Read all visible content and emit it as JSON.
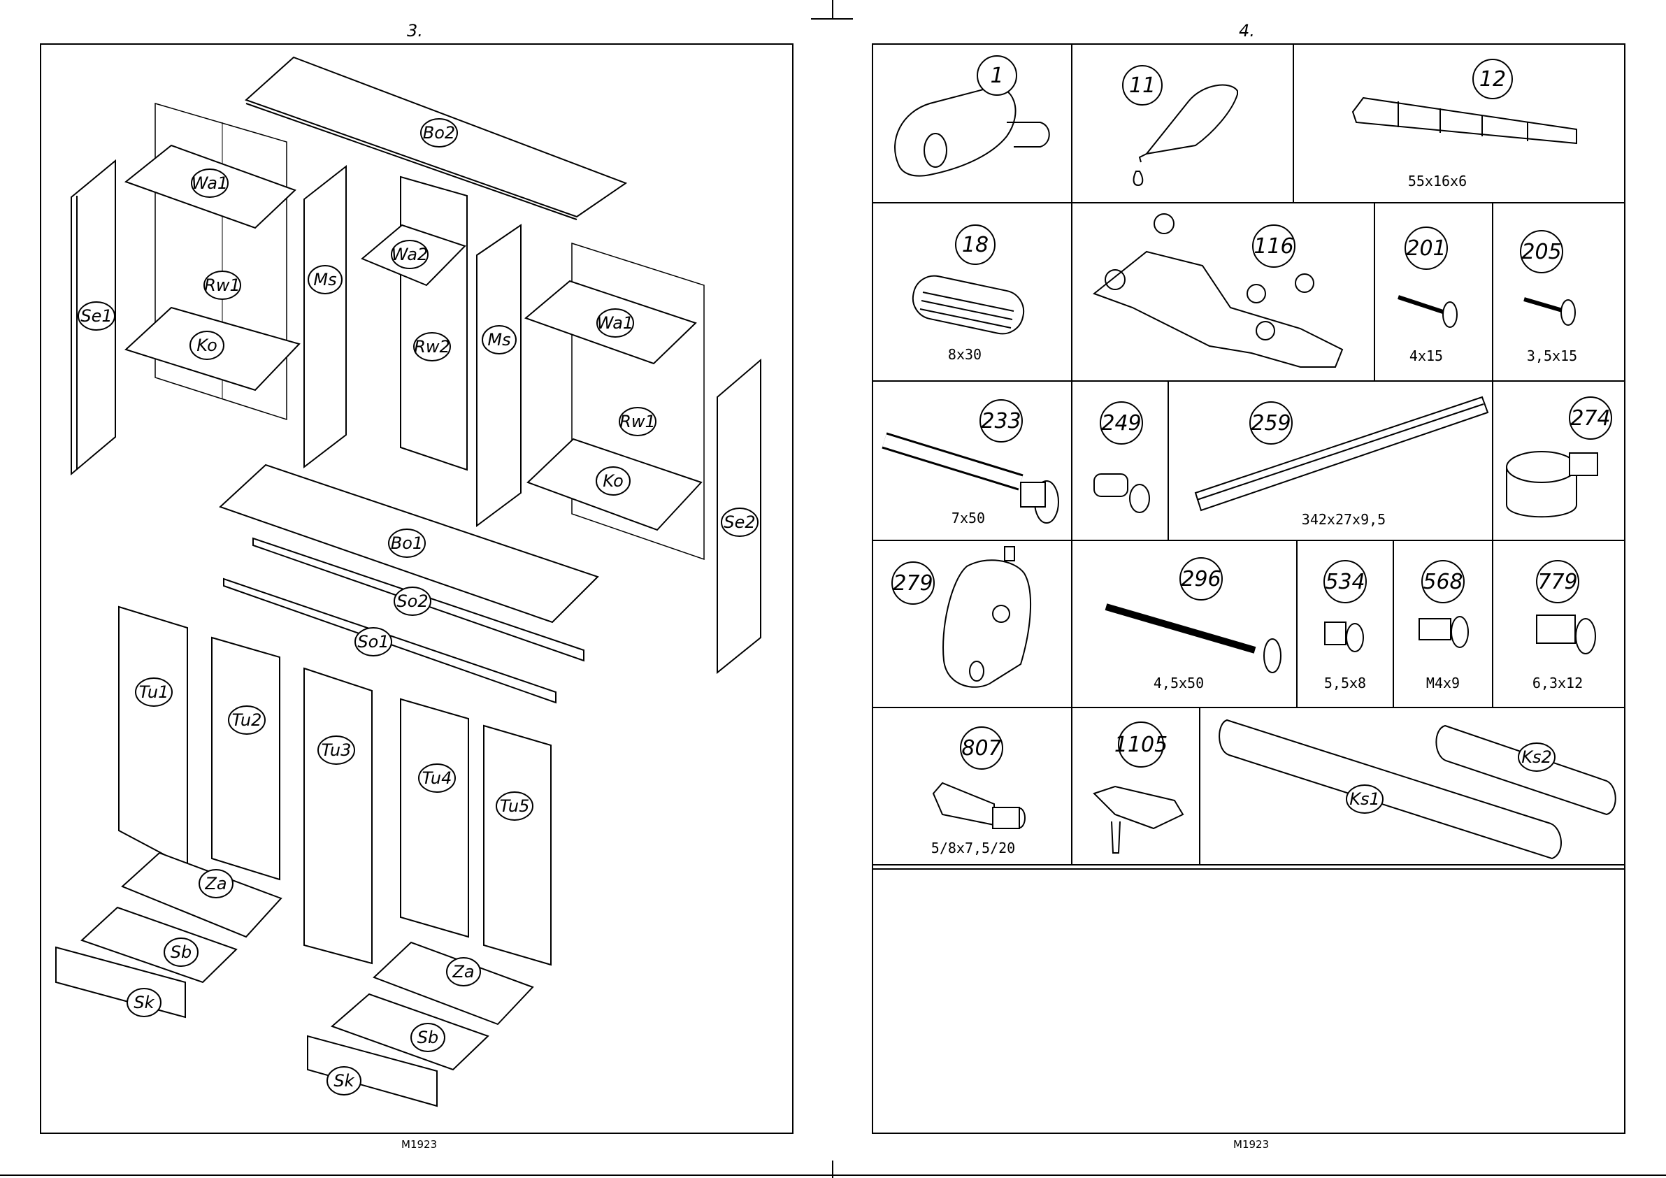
{
  "left_page": {
    "page_number": "3.",
    "footer": "M1923",
    "parts": {
      "bo2": "Bo2",
      "wa1_left": "Wa1",
      "rw1_left": "Rw1",
      "se1": "Se1",
      "ko_left": "Ko",
      "ms_left": "Ms",
      "wa2": "Wa2",
      "rw2": "Rw2",
      "ms_right": "Ms",
      "wa1_right": "Wa1",
      "rw1_right": "Rw1",
      "ko_right": "Ko",
      "se2": "Se2",
      "bo1": "Bo1",
      "so2": "So2",
      "so1": "So1",
      "tu1": "Tu1",
      "tu2": "Tu2",
      "tu3": "Tu3",
      "tu4": "Tu4",
      "tu5": "Tu5",
      "za_left": "Za",
      "sb_left": "Sb",
      "sk_left": "Sk",
      "za_right": "Za",
      "sb_right": "Sb",
      "sk_right": "Sk"
    }
  },
  "right_page": {
    "page_number": "4.",
    "footer": "M1923",
    "hardware": [
      {
        "id": "1",
        "dim": ""
      },
      {
        "id": "11",
        "dim": ""
      },
      {
        "id": "12",
        "dim": "55x16x6"
      },
      {
        "id": "18",
        "dim": "8x30"
      },
      {
        "id": "116",
        "dim": ""
      },
      {
        "id": "201",
        "dim": "4x15"
      },
      {
        "id": "205",
        "dim": "3,5x15"
      },
      {
        "id": "233",
        "dim": "7x50"
      },
      {
        "id": "249",
        "dim": ""
      },
      {
        "id": "259",
        "dim": "342x27x9,5"
      },
      {
        "id": "274",
        "dim": ""
      },
      {
        "id": "279",
        "dim": ""
      },
      {
        "id": "296",
        "dim": "4,5x50"
      },
      {
        "id": "534",
        "dim": "5,5x8"
      },
      {
        "id": "568",
        "dim": "M4x9"
      },
      {
        "id": "779",
        "dim": "6,3x12"
      },
      {
        "id": "807",
        "dim": "5/8x7,5/20"
      },
      {
        "id": "1105",
        "dim": ""
      }
    ],
    "rods": {
      "ks1": "Ks1",
      "ks2": "Ks2"
    }
  }
}
